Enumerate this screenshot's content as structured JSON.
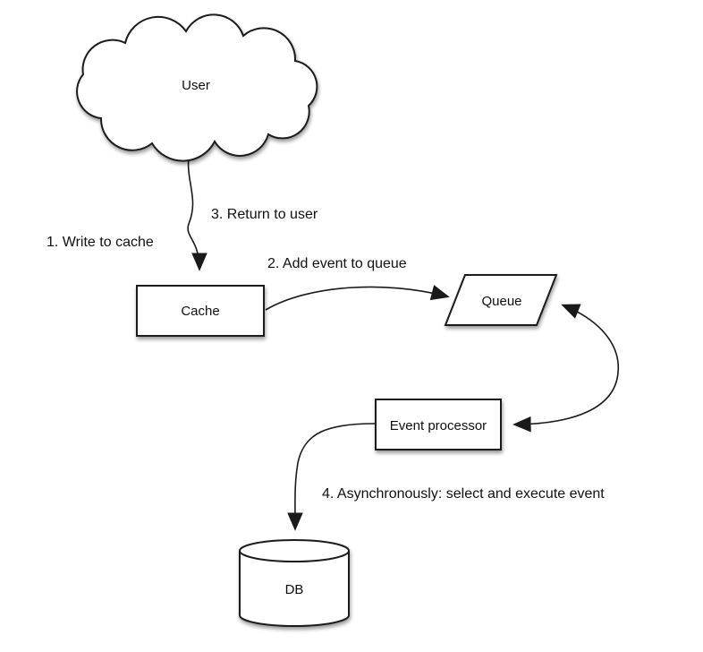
{
  "diagram": {
    "type": "flow-diagram",
    "subject": "write-behind cache pattern",
    "colors": {
      "background": "#ffffff",
      "stroke": "#1a1a1a",
      "shape_fill": "#ffffff",
      "text": "#111111"
    },
    "nodes": {
      "user": {
        "label": "User",
        "shape": "cloud"
      },
      "cache": {
        "label": "Cache",
        "shape": "rectangle"
      },
      "queue": {
        "label": "Queue",
        "shape": "parallelogram"
      },
      "event_processor": {
        "label": "Event processor",
        "shape": "rectangle"
      },
      "db": {
        "label": "DB",
        "shape": "cylinder"
      }
    },
    "edges": {
      "write_to_cache": {
        "label": "1. Write to cache",
        "from": "user",
        "to": "cache"
      },
      "add_event_to_queue": {
        "label": "2. Add event to queue",
        "from": "cache",
        "to": "queue"
      },
      "return_to_user": {
        "label": "3. Return to user",
        "from": "cache",
        "to": "user"
      },
      "async_execute": {
        "label": "4. Asynchronously: select and execute event",
        "from": "event_processor",
        "to": "db"
      }
    }
  }
}
